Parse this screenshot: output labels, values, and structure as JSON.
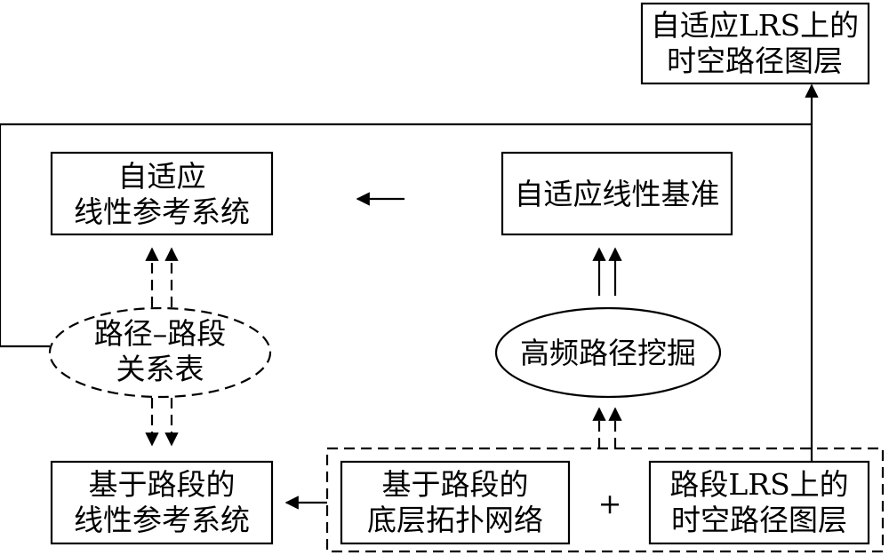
{
  "nodes": {
    "lrs_layer_top": [
      "自适应LRS上的",
      "时空路径图层"
    ],
    "adaptive_lrs": [
      "自适应",
      "线性参考系统"
    ],
    "adaptive_datum": [
      "自适应线性基准"
    ],
    "path_segment_table": [
      "路径–路段",
      "关系表"
    ],
    "frequent_path_mining": [
      "高频路径挖掘"
    ],
    "segment_lrs": [
      "基于路段的",
      "线性参考系统"
    ],
    "base_topology": [
      "基于路段的",
      "底层拓扑网络"
    ],
    "segment_lrs_layer": [
      "路段LRS上的",
      "时空路径图层"
    ]
  },
  "plus_symbol": "+",
  "colors": {
    "stroke": "#000000",
    "background": "#ffffff"
  }
}
